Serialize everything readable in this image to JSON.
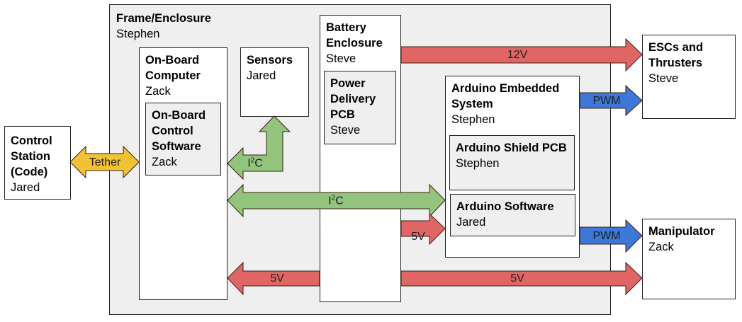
{
  "colors": {
    "power": "#e06666",
    "signal_i2c": "#93c47d",
    "pwm": "#3c78d8",
    "tether": "#f1c232",
    "container_bg": "#efefef",
    "box_bg": "#ffffff"
  },
  "blocks": {
    "frame": {
      "title": "Frame/Enclosure",
      "owner": "Stephen"
    },
    "control_station": {
      "title": "Control Station (Code)",
      "owner": "Jared"
    },
    "onboard_computer": {
      "title": "On-Board Computer",
      "owner": "Zack"
    },
    "onboard_software": {
      "title": "On-Board Control Software",
      "owner": "Zack"
    },
    "sensors": {
      "title": "Sensors",
      "owner": "Jared"
    },
    "battery": {
      "title": "Battery Enclosure",
      "owner": "Steve"
    },
    "power_pcb": {
      "title": "Power Delivery PCB",
      "owner": "Steve"
    },
    "arduino_system": {
      "title": "Arduino Embedded System",
      "owner": "Stephen"
    },
    "arduino_shield": {
      "title": "Arduino Shield PCB",
      "owner": "Stephen"
    },
    "arduino_software": {
      "title": "Arduino Software",
      "owner": "Jared"
    },
    "escs": {
      "title": "ESCs and Thrusters",
      "owner": "Steve"
    },
    "manipulator": {
      "title": "Manipulator",
      "owner": "Zack"
    }
  },
  "connections": [
    {
      "id": "tether",
      "label": "Tether",
      "type": "tether",
      "from": "Control Station (Code)",
      "to": "On-Board Computer",
      "direction": "bidirectional"
    },
    {
      "id": "v12",
      "label": "12V",
      "type": "power",
      "from": "Battery Enclosure",
      "to": "ESCs and Thrusters",
      "direction": "forward"
    },
    {
      "id": "pwm_escs",
      "label": "PWM",
      "type": "pwm",
      "from": "Arduino Embedded System",
      "to": "ESCs and Thrusters",
      "direction": "forward"
    },
    {
      "id": "i2c_sensors",
      "label_main": "I",
      "label_sup": "2",
      "label_tail": "C",
      "type": "signal_i2c",
      "from": "On-Board Computer",
      "to": "Sensors",
      "direction": "bidirectional"
    },
    {
      "id": "i2c_main",
      "label_main": "I",
      "label_sup": "2",
      "label_tail": "C",
      "type": "signal_i2c",
      "from": "On-Board Computer",
      "to": "Arduino Embedded System",
      "direction": "bidirectional"
    },
    {
      "id": "v5_arduino",
      "label": "5V",
      "type": "power",
      "from": "Battery Enclosure",
      "to": "Arduino Embedded System",
      "direction": "forward"
    },
    {
      "id": "pwm_manip",
      "label": "PWM",
      "type": "pwm",
      "from": "Arduino Embedded System",
      "to": "Manipulator",
      "direction": "forward"
    },
    {
      "id": "v5_computer",
      "label": "5V",
      "type": "power",
      "from": "Battery Enclosure",
      "to": "On-Board Computer",
      "direction": "forward"
    },
    {
      "id": "v5_manip",
      "label": "5V",
      "type": "power",
      "from": "Battery Enclosure",
      "to": "Manipulator",
      "direction": "forward"
    }
  ]
}
